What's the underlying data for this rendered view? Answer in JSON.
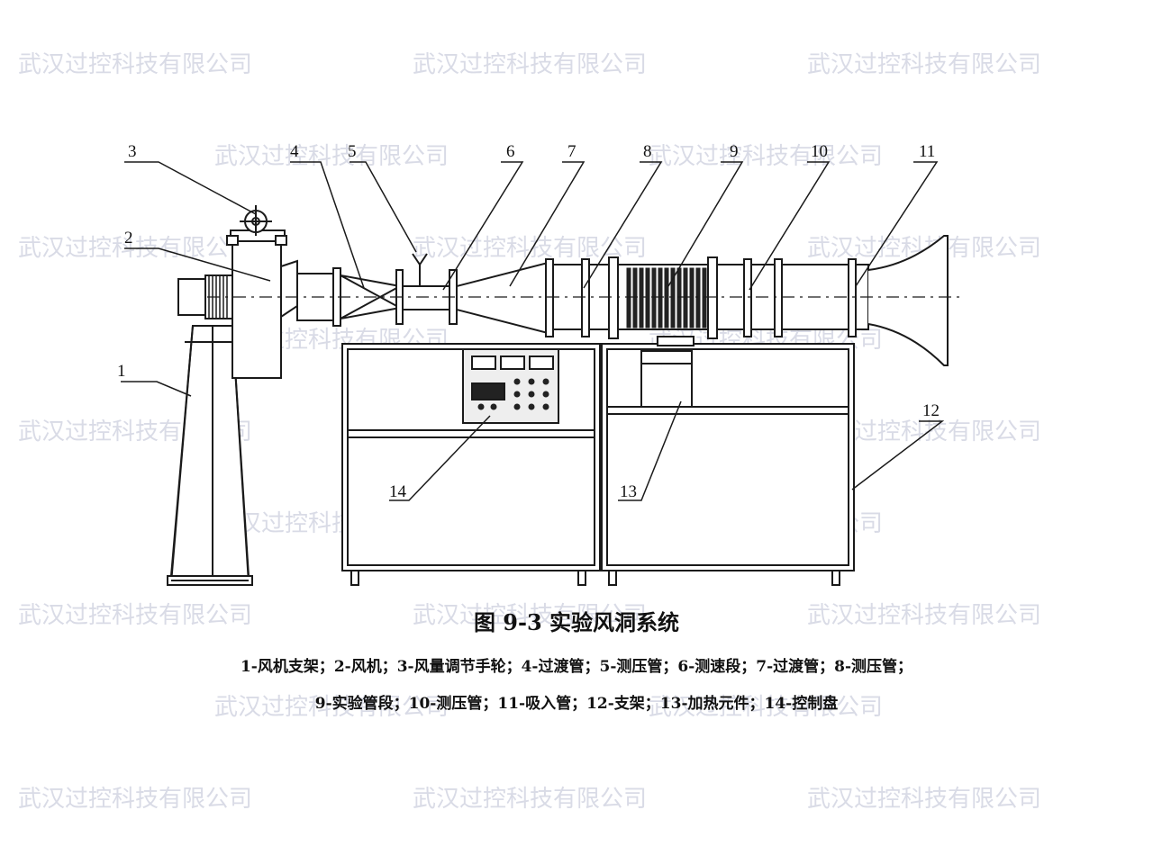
{
  "watermark": {
    "text": "武汉过控科技有限公司",
    "color": "#d9dbe6"
  },
  "figure": {
    "title": "图 9-3   实验风洞系统",
    "legend_line_1": "1-风机支架；2-风机；3-风量调节手轮；4-过渡管；5-测压管；6-测速段；7-过渡管；8-测压管；",
    "legend_line_2": "9-实验管段；10-测压管；11-吸入管；12-支架；13-加热元件；14-控制盘"
  },
  "callouts": [
    "1",
    "2",
    "3",
    "4",
    "5",
    "6",
    "7",
    "8",
    "9",
    "10",
    "11",
    "12",
    "13",
    "14"
  ],
  "colors": {
    "ink": "#1a1a1a",
    "panel": "#f2f2f2"
  }
}
